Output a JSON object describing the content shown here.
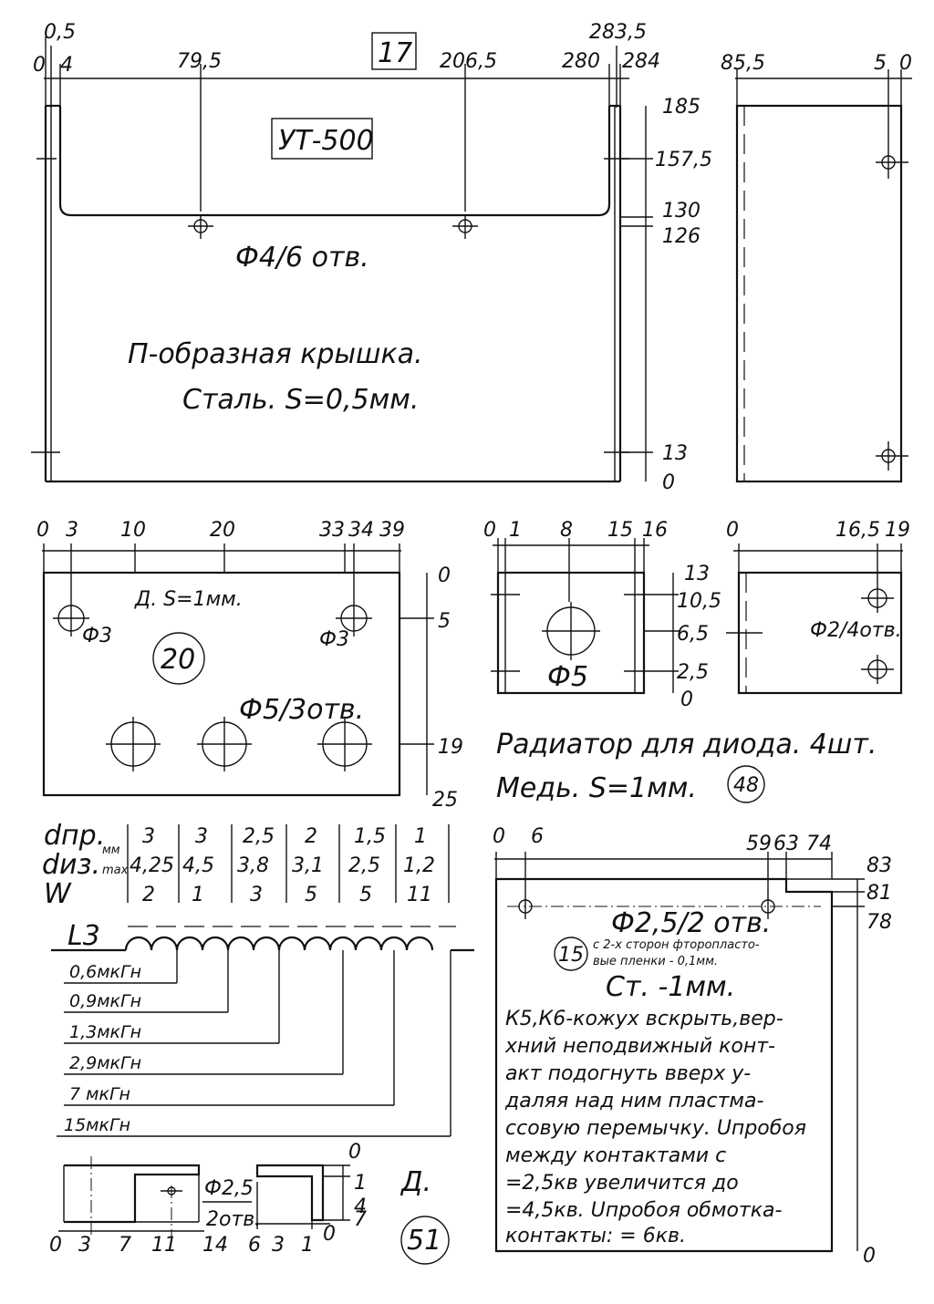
{
  "colors": {
    "ink": "#111111",
    "paper": "#ffffff"
  },
  "part17": {
    "number": "17",
    "label_box": "УТ-500",
    "dims_top": [
      "0,5",
      "0",
      "4",
      "79,5",
      "206,5",
      "280",
      "283,5",
      "284"
    ],
    "dims_right": [
      "185",
      "157,5",
      "130",
      "126",
      "13",
      "0"
    ],
    "holes_note": "Ф4/6 отв.",
    "title": "П-образная крышка.",
    "material": "Сталь. S=0,5мм."
  },
  "side17": {
    "dims_top": [
      "85,5",
      "5",
      "0"
    ]
  },
  "part20": {
    "dims_top": [
      "0",
      "3",
      "10",
      "20",
      "33",
      "34",
      "39"
    ],
    "dims_right": [
      "0",
      "5",
      "19",
      "25"
    ],
    "material": "Д. S=1мм.",
    "hole_small_left": "Ф3",
    "hole_small_right": "Ф3",
    "number": "20",
    "holes_note": "Ф5/3отв."
  },
  "part48": {
    "dims_top": [
      "0",
      "1",
      "8",
      "15",
      "16"
    ],
    "dims_right": [
      "13",
      "10,5",
      "6,5",
      "2,5",
      "0"
    ],
    "hole": "Ф5",
    "side_dims_top": [
      "0",
      "16,5",
      "19"
    ],
    "side_holes_note": "Ф2/4отв.",
    "title": "Радиатор для диода. 4шт.",
    "material": "Медь. S=1мм.",
    "number": "48"
  },
  "table": {
    "rows": [
      {
        "label": "dпр.",
        "unit": "",
        "values": [
          "3",
          "3",
          "2,5",
          "2",
          "1,5",
          "1"
        ]
      },
      {
        "label": "dиз.",
        "unit": "max",
        "values": [
          "4,25",
          "4,5",
          "3,8",
          "3,1",
          "2,5",
          "1,2"
        ]
      },
      {
        "label": "W",
        "unit": "",
        "values": [
          "2",
          "1",
          "3",
          "5",
          "5",
          "11"
        ]
      }
    ],
    "unit_mm": "мм"
  },
  "coil": {
    "name": "L3",
    "taps": [
      "0,6мкГн",
      "0,9мкГн",
      "1,3мкГн",
      "2,9мкГн",
      "7 мкГн",
      "15мкГн"
    ]
  },
  "part51": {
    "holes_note_top": "Ф2,5",
    "holes_note_bottom": "2отв.",
    "dims_bottom_left": [
      "0",
      "3",
      "7",
      "11",
      "14"
    ],
    "dims_bottom_right": [
      "6",
      "3",
      "1",
      "0"
    ],
    "dims_right": [
      "0",
      "1",
      "4",
      "7"
    ],
    "material": "Д.",
    "number": "51"
  },
  "part15": {
    "dims_top": [
      "0",
      "6",
      "59",
      "63",
      "74"
    ],
    "dims_right": [
      "83",
      "81",
      "78",
      "0"
    ],
    "holes_note": "Ф2,5/2 отв.",
    "number": "15",
    "note_line1": "с 2-х сторон фторопласто-",
    "note_line2": "вые пленки - 0,1мм.",
    "material": "Ст. -1мм.",
    "text": [
      "К5,К6-кожух вскрыть,вер-",
      "хний неподвижный конт-",
      "акт подогнуть вверх у-",
      "даляя над ним пластма-",
      "ссовую перемычку. Uпробоя",
      "между контактами с",
      "=2,5кв увеличится до",
      "=4,5кв. Uпробоя обмотка-",
      "контакты: = 6кв."
    ]
  }
}
